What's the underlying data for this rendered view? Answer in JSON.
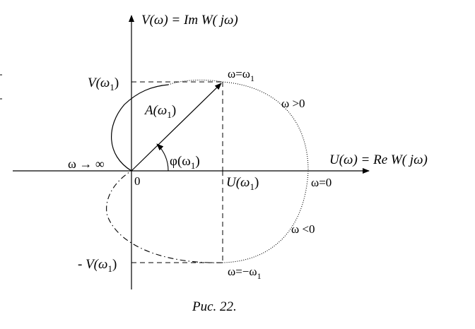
{
  "labels": {
    "y_axis_a": "V(ω) = Im",
    "y_axis_b": "W",
    "y_axis_c": "( jω)",
    "x_axis_a": "U(ω) = Re",
    "x_axis_b": "W",
    "x_axis_c": "( jω)",
    "v_pos": "V(ω",
    "v_neg": "- V(ω",
    "u_val": "U(ω",
    "sub_1": "1",
    "close_paren": ")",
    "amp": "A(ω",
    "phase": "φ(ω",
    "omega_eq_omega1": "ω=ω",
    "omega_eq_neg_omega1": "ω=−ω",
    "omega_gt0": "ω >0",
    "omega_lt0": "ω <0",
    "omega_eq0": "ω=0",
    "omega_to_inf": "ω → ∞",
    "origin": "0",
    "caption": "Рис. 22."
  }
}
